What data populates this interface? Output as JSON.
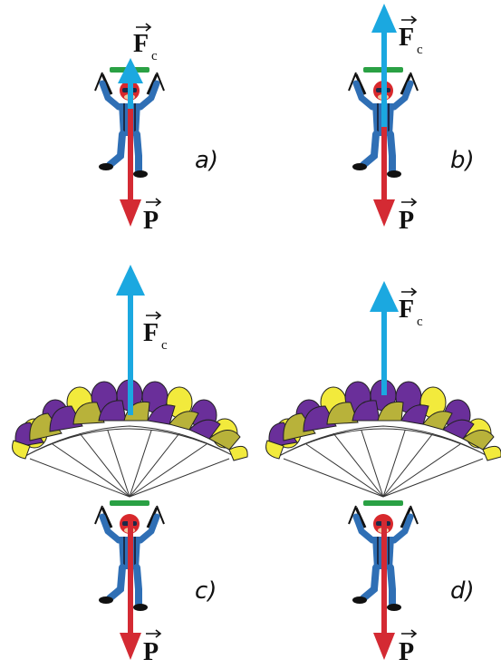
{
  "panels": [
    {
      "label": "a)",
      "force_up": "F",
      "force_up_sub": "c",
      "force_down": "P"
    },
    {
      "label": "b)",
      "force_up": "F",
      "force_up_sub": "c",
      "force_down": "P"
    },
    {
      "label": "c)",
      "force_up": "F",
      "force_up_sub": "c",
      "force_down": "P"
    },
    {
      "label": "d)",
      "force_up": "F",
      "force_up_sub": "c",
      "force_down": "P"
    }
  ],
  "colors": {
    "weight_arrow": "#d42a33",
    "drag_arrow": "#1ba8e0",
    "canopy_purple": "#6a2f9a",
    "canopy_olive": "#b8b23a",
    "canopy_yellow": "#f2ea3c",
    "suit": "#2f6fb5",
    "helmet": "#d8282c",
    "bar": "#2aa144"
  }
}
